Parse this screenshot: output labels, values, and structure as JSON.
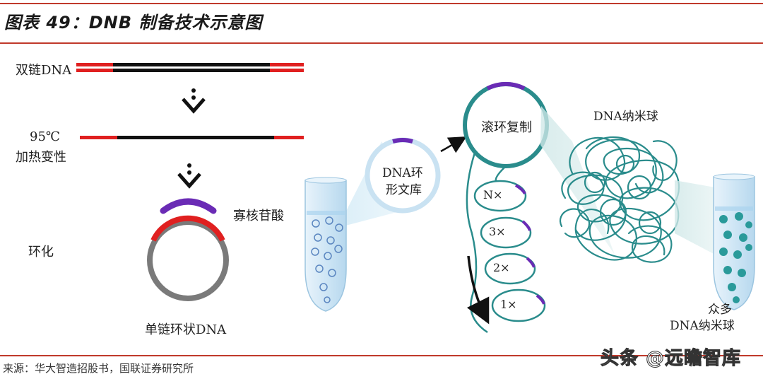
{
  "header": {
    "title": "图表 49：DNB 制备技术示意图"
  },
  "left_panel": {
    "step1_label": "双链DNA",
    "step2_label_temp": "95℃",
    "step2_label_text": "加热变性",
    "oligo_label": "寡核苷酸",
    "step3_label": "环化",
    "circle_label": "单链环状DNA"
  },
  "right_panel": {
    "library_label_line1": "DNA环",
    "library_label_line2": "形文库",
    "rca_label": "滚环复制",
    "loops": [
      "N×",
      "3×",
      "2×",
      "1×"
    ],
    "nanoball_label": "DNA纳米球",
    "many_line1": "众多",
    "many_line2": "DNA纳米球"
  },
  "footer": {
    "source": "来源：华大智造招股书，国联证券研究所"
  },
  "watermark": "头条 @远瞻智库",
  "colors": {
    "accent_rule": "#c0392b",
    "dna_red": "#e02020",
    "dna_black": "#111111",
    "oligo_purple": "#6a2bb5",
    "circle_gray": "#7a7a7a",
    "teal": "#2a8c8c",
    "tube_blue": "#cfe6f5"
  }
}
